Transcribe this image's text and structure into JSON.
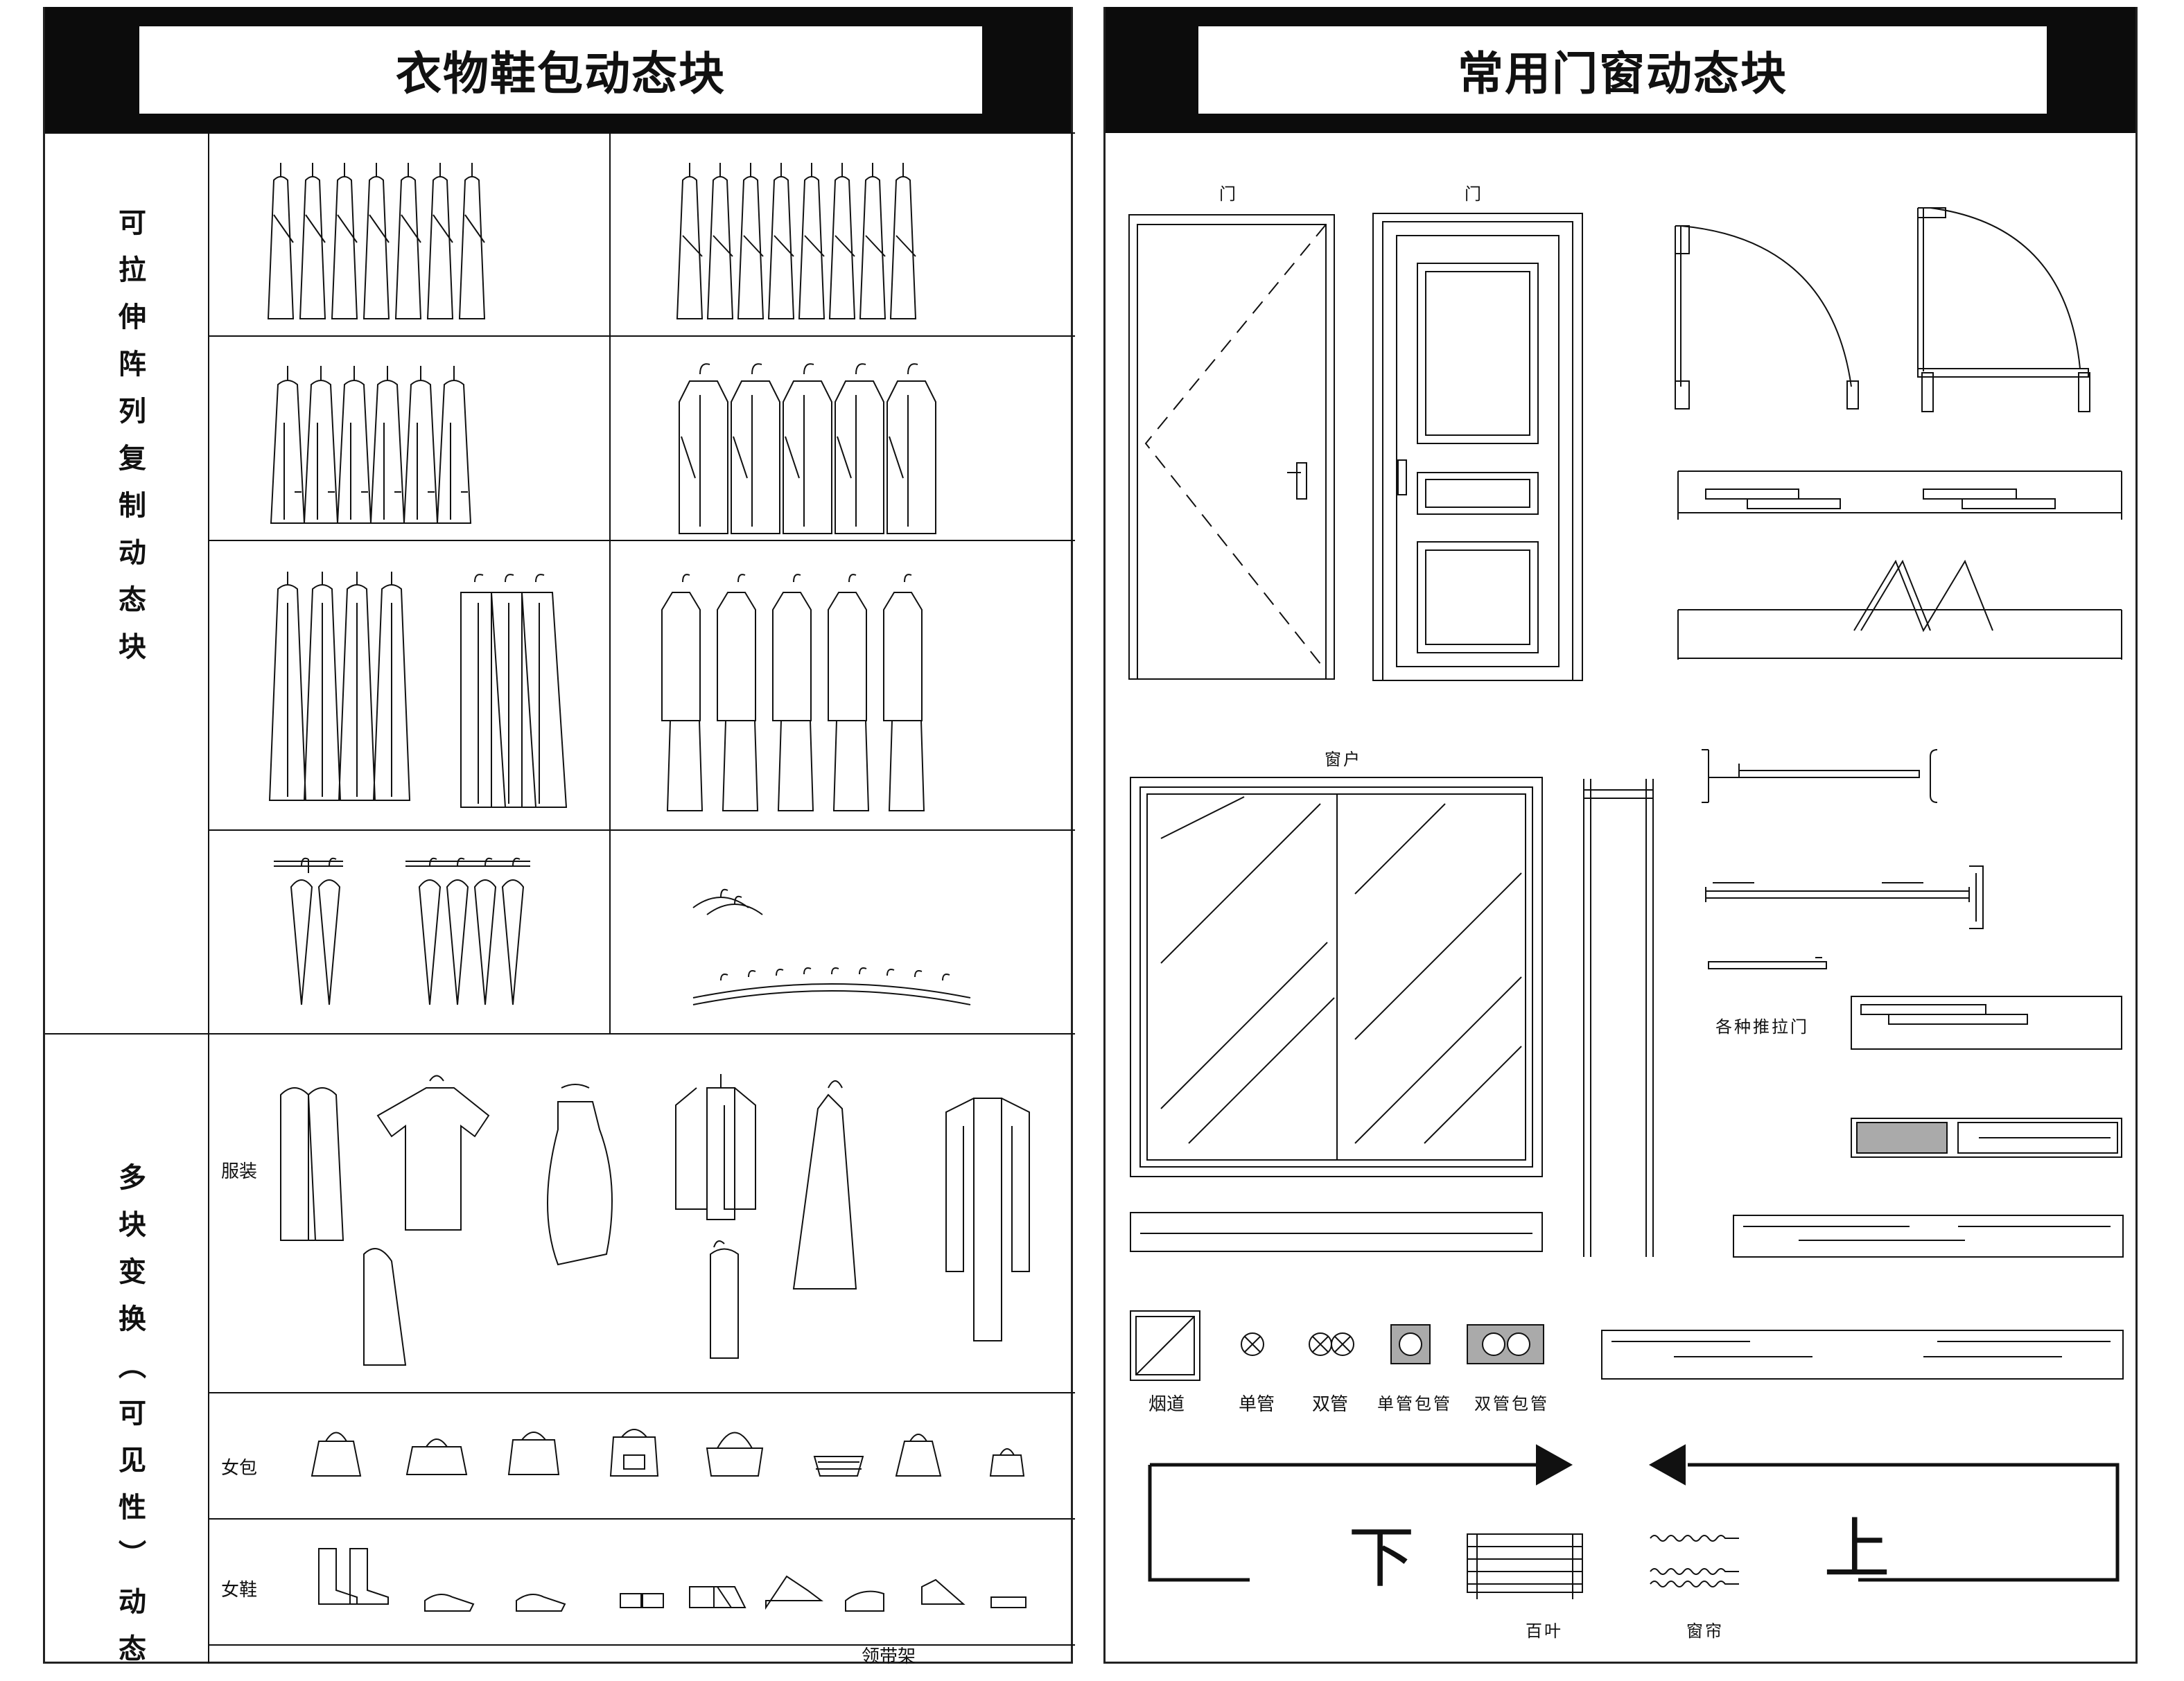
{
  "left_panel": {
    "title": "衣物鞋包动态块",
    "section_stretch": "可拉伸阵列复制动态块",
    "section_visibility": "多块变换（可见性）动态",
    "labels": {
      "clothing": "服装",
      "handbags": "女包",
      "shoes": "女鞋",
      "tie_rack": "领带架"
    }
  },
  "right_panel": {
    "title": "常用门窗动态块",
    "labels": {
      "door_a": "门",
      "door_b": "门",
      "window": "窗户",
      "sliding_doors": "各种推拉门",
      "flue": "烟道",
      "single_pipe": "单管",
      "double_pipe": "双管",
      "single_pipe_wrap": "单管包管",
      "double_pipe_wrap": "双管包管",
      "stairs_down": "下",
      "stairs_up": "上",
      "blinds": "百叶",
      "curtain": "窗帘"
    }
  }
}
